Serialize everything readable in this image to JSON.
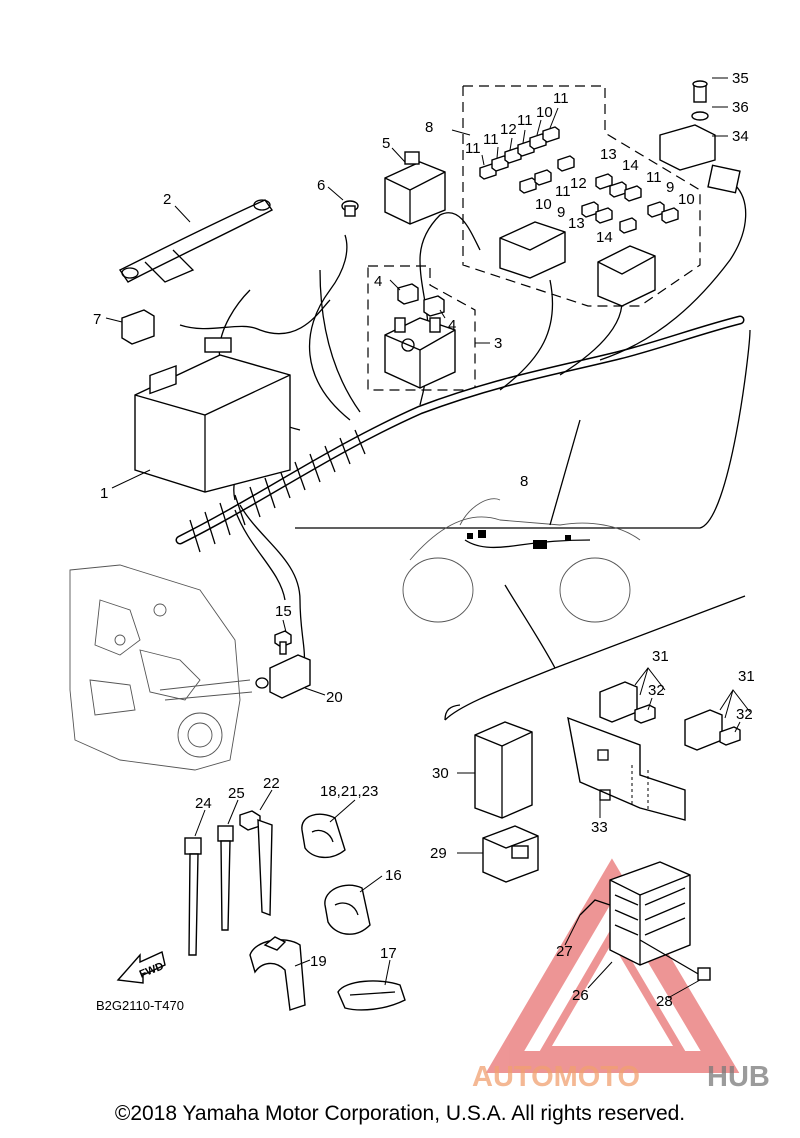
{
  "callouts": [
    {
      "id": "c1",
      "text": "1"
    },
    {
      "id": "c2",
      "text": "2"
    },
    {
      "id": "c3",
      "text": "3"
    },
    {
      "id": "c4a",
      "text": "4"
    },
    {
      "id": "c4b",
      "text": "4"
    },
    {
      "id": "c5",
      "text": "5"
    },
    {
      "id": "c6",
      "text": "6"
    },
    {
      "id": "c7",
      "text": "7"
    },
    {
      "id": "c8a",
      "text": "8"
    },
    {
      "id": "c8b",
      "text": "8"
    },
    {
      "id": "c9a",
      "text": "9"
    },
    {
      "id": "c9b",
      "text": "9"
    },
    {
      "id": "c10a",
      "text": "10"
    },
    {
      "id": "c10b",
      "text": "10"
    },
    {
      "id": "c10c",
      "text": "10"
    },
    {
      "id": "c11a",
      "text": "11"
    },
    {
      "id": "c11b",
      "text": "11"
    },
    {
      "id": "c11c",
      "text": "11"
    },
    {
      "id": "c11d",
      "text": "11"
    },
    {
      "id": "c11e",
      "text": "11"
    },
    {
      "id": "c11f",
      "text": "11"
    },
    {
      "id": "c12a",
      "text": "12"
    },
    {
      "id": "c12b",
      "text": "12"
    },
    {
      "id": "c13a",
      "text": "13"
    },
    {
      "id": "c13b",
      "text": "13"
    },
    {
      "id": "c14a",
      "text": "14"
    },
    {
      "id": "c14b",
      "text": "14"
    },
    {
      "id": "c15",
      "text": "15"
    },
    {
      "id": "c16",
      "text": "16"
    },
    {
      "id": "c17",
      "text": "17"
    },
    {
      "id": "c18",
      "text": "18,21,23"
    },
    {
      "id": "c19",
      "text": "19"
    },
    {
      "id": "c20",
      "text": "20"
    },
    {
      "id": "c22",
      "text": "22"
    },
    {
      "id": "c24",
      "text": "24"
    },
    {
      "id": "c25",
      "text": "25"
    },
    {
      "id": "c26",
      "text": "26"
    },
    {
      "id": "c27",
      "text": "27"
    },
    {
      "id": "c28",
      "text": "28"
    },
    {
      "id": "c29",
      "text": "29"
    },
    {
      "id": "c30",
      "text": "30"
    },
    {
      "id": "c31a",
      "text": "31"
    },
    {
      "id": "c31b",
      "text": "31"
    },
    {
      "id": "c32a",
      "text": "32"
    },
    {
      "id": "c32b",
      "text": "32"
    },
    {
      "id": "c33",
      "text": "33"
    },
    {
      "id": "c34",
      "text": "34"
    },
    {
      "id": "c35",
      "text": "35"
    },
    {
      "id": "c36",
      "text": "36"
    }
  ],
  "fwd_label": "FWD",
  "reference_code": "B2G2110-T470",
  "watermark": {
    "part1": "AUTOMOTO",
    "part2": "HUB",
    "color_primary": "#f0a070",
    "color_secondary": "#7a7a7a",
    "color_triangle": "#e04040"
  },
  "copyright": "©2018 Yamaha Motor Corporation, U.S.A. All rights reserved."
}
